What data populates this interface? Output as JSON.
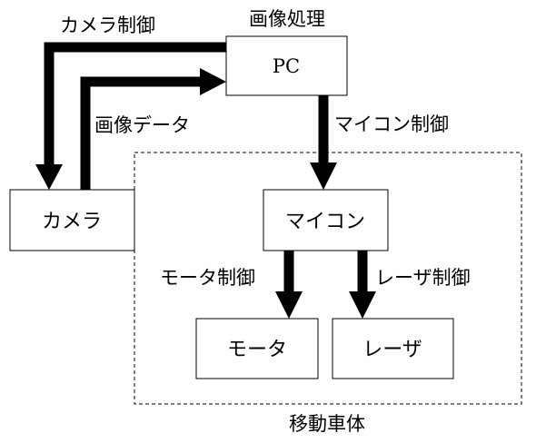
{
  "nodes": {
    "pc": {
      "label": "PC",
      "caption": "画像処理"
    },
    "camera": {
      "label": "カメラ"
    },
    "microcontroller": {
      "label": "マイコン"
    },
    "motor": {
      "label": "モータ"
    },
    "laser": {
      "label": "レーザ"
    }
  },
  "group": {
    "label": "移動車体"
  },
  "edges": {
    "camera_control": "カメラ制御",
    "image_data": "画像データ",
    "mcu_control": "マイコン制御",
    "motor_control": "モータ制御",
    "laser_control": "レーザ制御"
  }
}
